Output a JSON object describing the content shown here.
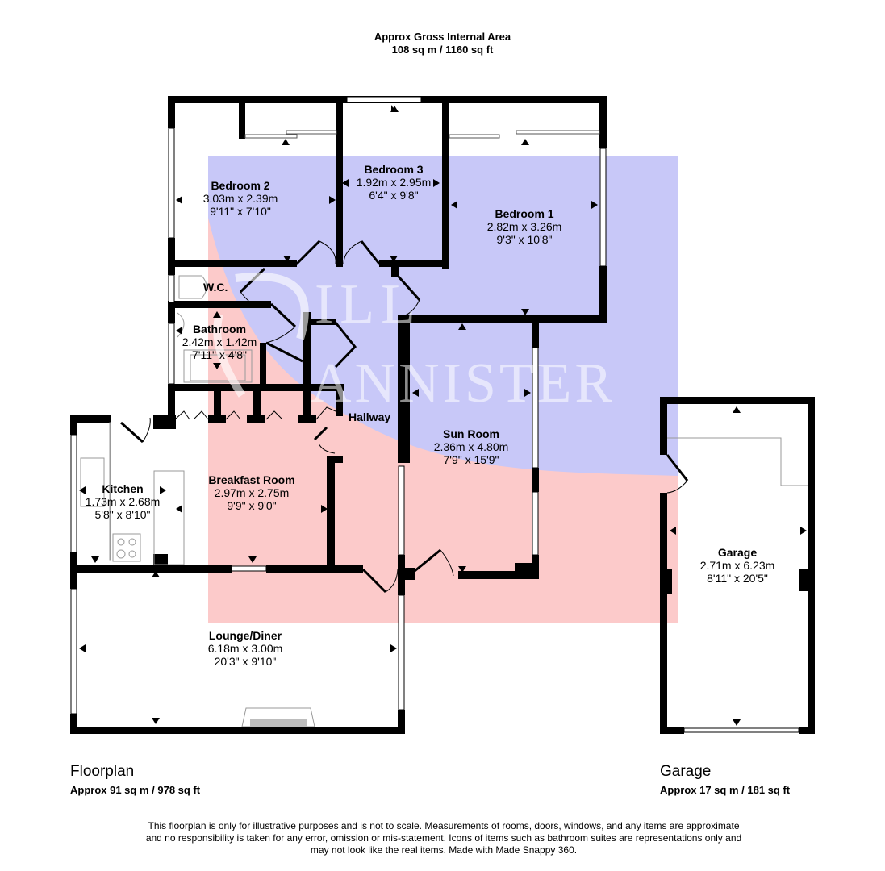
{
  "header": {
    "title": "Approx Gross Internal Area",
    "area": "108 sq m / 1160 sq ft"
  },
  "watermark": {
    "text_line1": "BILL",
    "text_line2": "BANNISTER",
    "colors": {
      "blue": "#c8c8f8",
      "red": "#fccaca"
    }
  },
  "rooms": [
    {
      "id": "bedroom2",
      "name": "Bedroom 2",
      "metric": "3.03m x 2.39m",
      "imperial": "9'11\" x 7'10\""
    },
    {
      "id": "bedroom3",
      "name": "Bedroom 3",
      "metric": "1.92m x 2.95m",
      "imperial": "6'4\" x 9'8\""
    },
    {
      "id": "bedroom1",
      "name": "Bedroom 1",
      "metric": "2.82m x 3.26m",
      "imperial": "9'3\" x 10'8\""
    },
    {
      "id": "wc",
      "name": "W.C.",
      "metric": "",
      "imperial": ""
    },
    {
      "id": "bathroom",
      "name": "Bathroom",
      "metric": "2.42m x 1.42m",
      "imperial": "7'11\" x 4'8\""
    },
    {
      "id": "hallway",
      "name": "Hallway",
      "metric": "",
      "imperial": ""
    },
    {
      "id": "sunroom",
      "name": "Sun Room",
      "metric": "2.36m x 4.80m",
      "imperial": "7'9\" x 15'9\""
    },
    {
      "id": "kitchen",
      "name": "Kitchen",
      "metric": "1.73m x 2.68m",
      "imperial": "5'8\" x 8'10\""
    },
    {
      "id": "breakfast",
      "name": "Breakfast Room",
      "metric": "2.97m x 2.75m",
      "imperial": "9'9\" x 9'0\""
    },
    {
      "id": "lounge",
      "name": "Lounge/Diner",
      "metric": "6.18m x 3.00m",
      "imperial": "20'3\" x 9'10\""
    },
    {
      "id": "garage",
      "name": "Garage",
      "metric": "2.71m x 6.23m",
      "imperial": "8'11\" x 20'5\""
    }
  ],
  "sections": {
    "floorplan": {
      "title": "Floorplan",
      "area": "Approx 91 sq m / 978 sq ft"
    },
    "garage": {
      "title": "Garage",
      "area": "Approx 17 sq m / 181 sq ft"
    }
  },
  "disclaimer": {
    "line1": "This floorplan is only for illustrative purposes and is not to scale. Measurements of rooms, doors, windows, and any items are approximate",
    "line2": "and no responsibility is taken for any error, omission or mis-statement. Icons of items such as bathroom suites are representations only and",
    "line3": "may not look like the real items. Made with Made Snappy 360."
  }
}
